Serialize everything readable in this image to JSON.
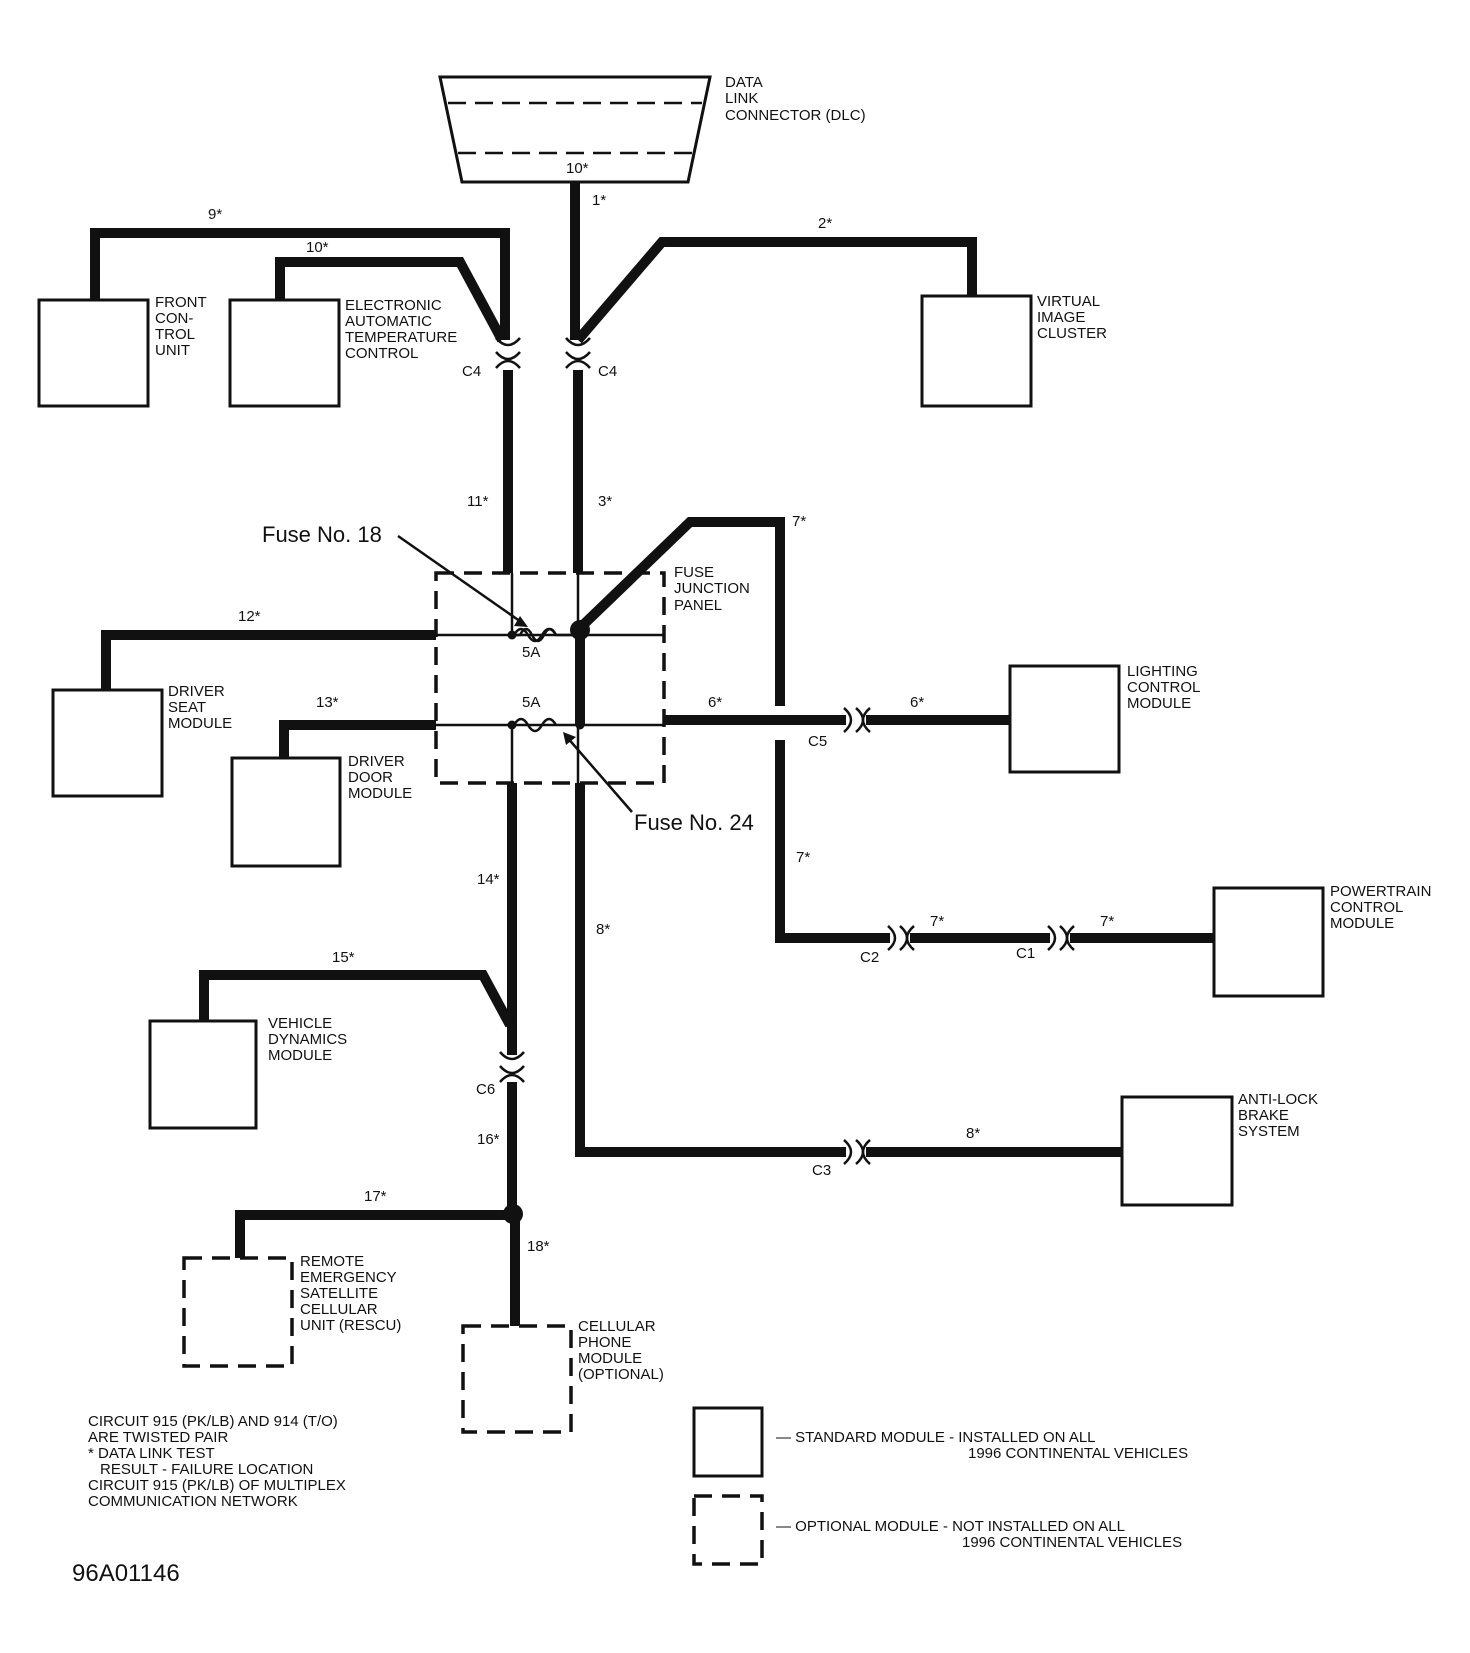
{
  "dlc": {
    "line1": "DATA",
    "line2": "LINK",
    "line3": "CONNECTOR (DLC)"
  },
  "modules": {
    "front_control_unit": [
      "FRONT",
      "CON-",
      "TROL",
      "UNIT"
    ],
    "eatc": [
      "ELECTRONIC",
      "AUTOMATIC",
      "TEMPERATURE",
      "CONTROL"
    ],
    "virtual_image_cluster": [
      "VIRTUAL",
      "IMAGE",
      "CLUSTER"
    ],
    "fuse_junction_panel": [
      "FUSE",
      "JUNCTION",
      "PANEL"
    ],
    "driver_seat_module": [
      "DRIVER",
      "SEAT",
      "MODULE"
    ],
    "driver_door_module": [
      "DRIVER",
      "DOOR",
      "MODULE"
    ],
    "lighting_control_module": [
      "LIGHTING",
      "CONTROL",
      "MODULE"
    ],
    "powertrain_control_module": [
      "POWERTRAIN",
      "CONTROL",
      "MODULE"
    ],
    "vehicle_dynamics_module": [
      "VEHICLE",
      "DYNAMICS",
      "MODULE"
    ],
    "anti_lock_brake_system": [
      "ANTI-LOCK",
      "BRAKE",
      "SYSTEM"
    ],
    "rescu": [
      "REMOTE",
      "EMERGENCY",
      "SATELLITE",
      "CELLULAR",
      "UNIT (RESCU)"
    ],
    "cellular_phone_module": [
      "CELLULAR",
      "PHONE",
      "MODULE",
      "(OPTIONAL)"
    ]
  },
  "circuits": {
    "c1": "1*",
    "c2": "2*",
    "c3": "3*",
    "c6a": "6*",
    "c6b": "6*",
    "c7a": "7*",
    "c7b": "7*",
    "c7c": "7*",
    "c7d": "7*",
    "c8a": "8*",
    "c8b": "8*",
    "c9": "9*",
    "c10a": "10*",
    "c10b": "10*",
    "c11": "11*",
    "c12": "12*",
    "c13": "13*",
    "c14": "14*",
    "c15": "15*",
    "c16": "16*",
    "c17": "17*",
    "c18": "18*"
  },
  "connectors": {
    "c4a": "C4",
    "c4b": "C4",
    "c5": "C5",
    "c2": "C2",
    "c1": "C1",
    "c3": "C3",
    "c6": "C6"
  },
  "fuses": {
    "fuse18": "Fuse No. 18",
    "fuse24": "Fuse No. 24",
    "rating_top": "5A",
    "rating_bottom": "5A"
  },
  "notes": [
    "CIRCUIT 915 (PK/LB) AND 914 (T/O)",
    "ARE TWISTED PAIR",
    "* DATA LINK TEST",
    "   RESULT - FAILURE LOCATION",
    "CIRCUIT 915 (PK/LB) OF MULTIPLEX",
    "COMMUNICATION NETWORK"
  ],
  "legend": {
    "standard_line1": "— STANDARD MODULE - INSTALLED ON ALL",
    "standard_line2": "1996 CONTINENTAL VEHICLES",
    "optional_line1": "— OPTIONAL MODULE - NOT INSTALLED ON ALL",
    "optional_line2": "1996 CONTINENTAL VEHICLES"
  },
  "figure_id": "96A01146"
}
